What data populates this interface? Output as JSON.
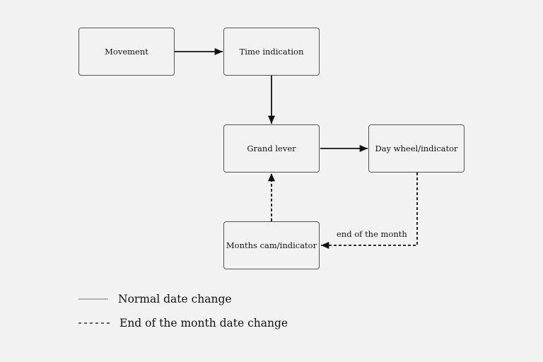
{
  "nodes": {
    "movement": "Movement",
    "time_indication": "Time indication",
    "grand_lever": "Grand lever",
    "day_wheel": "Day wheel/indicator",
    "months_cam": "Months cam/indicator"
  },
  "edge_labels": {
    "day_to_months": "end of the month"
  },
  "legend": {
    "solid": "Normal date change",
    "dashed": "End of the month date change"
  },
  "colors": {
    "background": "#f2f2f2",
    "stroke": "#111111",
    "box_border": "#555555"
  }
}
